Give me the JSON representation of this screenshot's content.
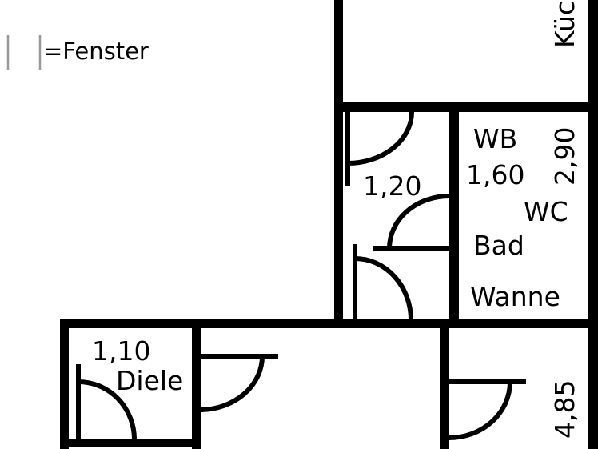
{
  "legend": {
    "text": "=Fenster",
    "window_color": "#999999"
  },
  "rooms": {
    "kitchen": "Küc",
    "hall_width": "1,20",
    "bath_wb": "WB",
    "bath_width": "1,60",
    "bath_length": "2,90",
    "bath_wc": "WC",
    "bath_name": "Bad",
    "bath_tub": "Wanne",
    "diele_width": "1,10",
    "diele_name": "Diele",
    "room_length": "4,85"
  }
}
